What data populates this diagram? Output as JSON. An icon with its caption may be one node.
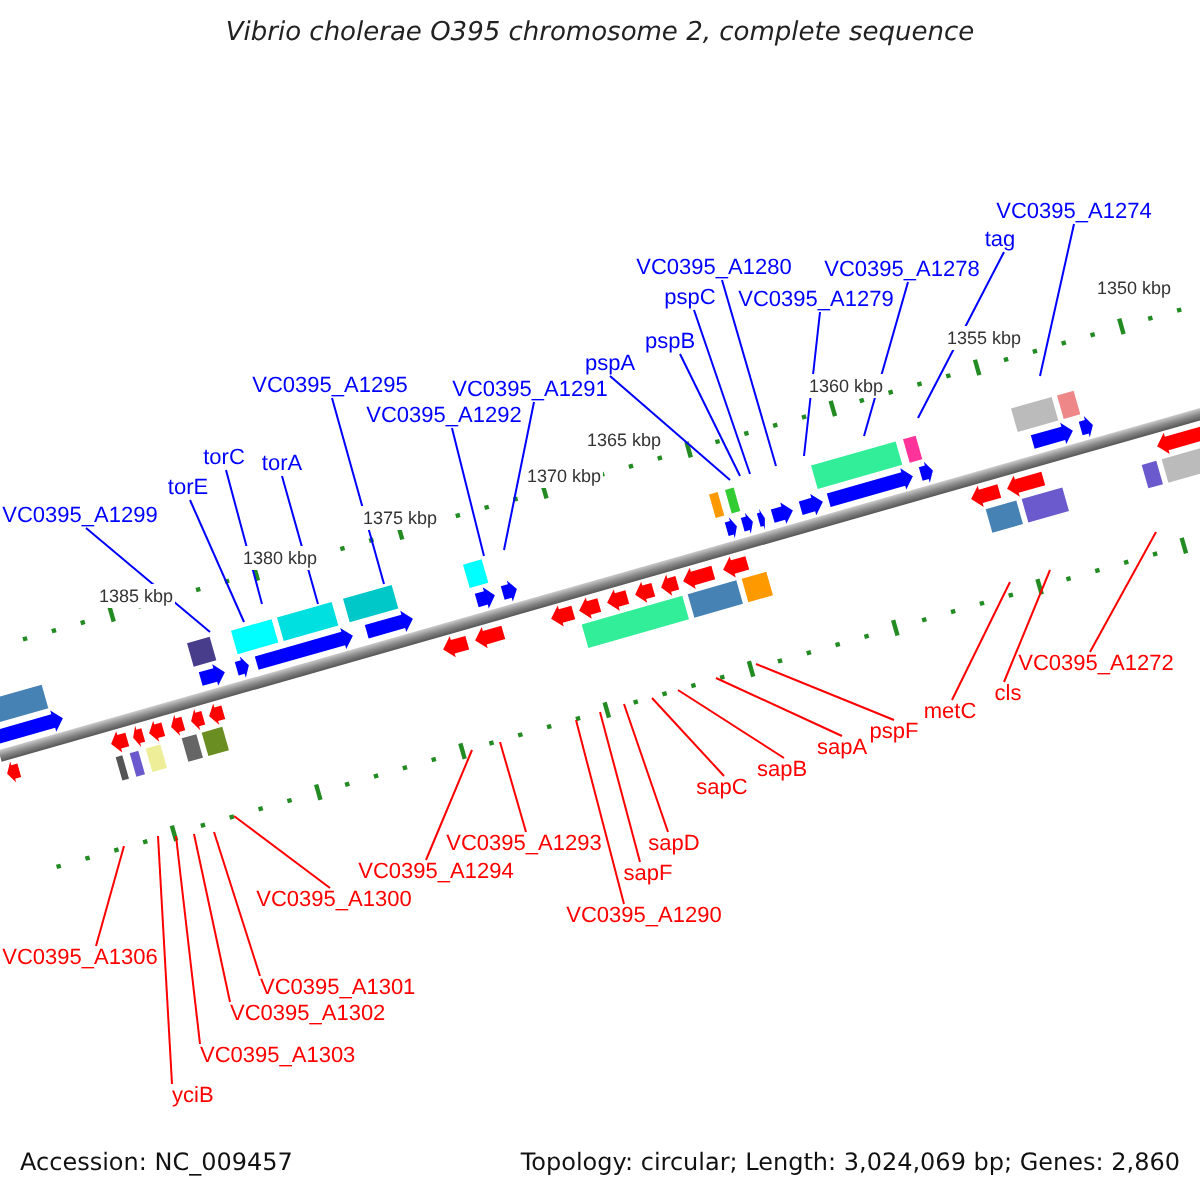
{
  "diagram": {
    "title": "Vibrio cholerae O395 chromosome 2, complete sequence",
    "nodes": [
      {
        "text": [
          "VC0395_A1274"
        ]
      },
      {
        "text": [
          "tag"
        ]
      },
      {
        "text": [
          "VC0395_A1280"
        ]
      },
      {
        "text": [
          "VC0395_A1278"
        ]
      },
      {
        "text": [
          "pspC"
        ]
      },
      {
        "text": [
          "VC0395_A1279"
        ]
      },
      {
        "text": [
          "pspB"
        ]
      },
      {
        "text": [
          "pspA"
        ]
      },
      {
        "text": [
          "VC0395_A1295"
        ]
      },
      {
        "text": [
          "VC0395_A1291"
        ]
      },
      {
        "text": [
          "VC0395_A1292"
        ]
      },
      {
        "text": [
          "torC"
        ]
      },
      {
        "text": [
          "torA"
        ]
      },
      {
        "text": [
          "torE"
        ]
      },
      {
        "text": [
          "VC0395_A1299"
        ]
      },
      {
        "text": [
          "VC0395_A1272"
        ]
      },
      {
        "text": [
          "cls"
        ]
      },
      {
        "text": [
          "metC"
        ]
      },
      {
        "text": [
          "pspF"
        ]
      },
      {
        "text": [
          "sapA"
        ]
      },
      {
        "text": [
          "sapB"
        ]
      },
      {
        "text": [
          "sapC"
        ]
      },
      {
        "text": [
          "sapD"
        ]
      },
      {
        "text": [
          "VC0395_A1293"
        ]
      },
      {
        "text": [
          "VC0395_A1294"
        ]
      },
      {
        "text": [
          "sapF"
        ]
      },
      {
        "text": [
          "VC0395_A1300"
        ]
      },
      {
        "text": [
          "VC0395_A1290"
        ]
      },
      {
        "text": [
          "VC0395_A1306"
        ]
      },
      {
        "text": [
          "VC0395_A1301"
        ]
      },
      {
        "text": [
          "VC0395_A1302"
        ]
      },
      {
        "text": [
          "VC0395_A1303"
        ]
      },
      {
        "text": [
          "yciB"
        ]
      }
    ],
    "edges": [
      {
        "from": 0,
        "to": null,
        "arrow": "none",
        "color": "#0000ff"
      },
      {
        "from": 1,
        "to": null,
        "arrow": "none",
        "color": "#0000ff"
      },
      {
        "from": 2,
        "to": null,
        "arrow": "none",
        "color": "#0000ff"
      },
      {
        "from": 3,
        "to": null,
        "arrow": "none",
        "color": "#0000ff"
      },
      {
        "from": 4,
        "to": null,
        "arrow": "none",
        "color": "#0000ff"
      },
      {
        "from": 5,
        "to": null,
        "arrow": "none",
        "color": "#0000ff"
      },
      {
        "from": 6,
        "to": null,
        "arrow": "none",
        "color": "#0000ff"
      },
      {
        "from": 7,
        "to": null,
        "arrow": "none",
        "color": "#0000ff"
      },
      {
        "from": 8,
        "to": null,
        "arrow": "none",
        "color": "#0000ff"
      },
      {
        "from": 9,
        "to": null,
        "arrow": "none",
        "color": "#0000ff"
      },
      {
        "from": 10,
        "to": null,
        "arrow": "none",
        "color": "#0000ff"
      },
      {
        "from": 11,
        "to": null,
        "arrow": "none",
        "color": "#0000ff"
      },
      {
        "from": 12,
        "to": null,
        "arrow": "none",
        "color": "#0000ff"
      },
      {
        "from": 13,
        "to": null,
        "arrow": "none",
        "color": "#0000ff"
      },
      {
        "from": 14,
        "to": null,
        "arrow": "none",
        "color": "#0000ff"
      },
      {
        "from": 15,
        "to": null,
        "arrow": "none"
      },
      {
        "from": 16,
        "to": null,
        "arrow": "none"
      },
      {
        "from": 17,
        "to": null,
        "arrow": "none"
      },
      {
        "from": 18,
        "to": null,
        "arrow": "none"
      },
      {
        "from": 19,
        "to": null,
        "arrow": "none"
      },
      {
        "from": 20,
        "to": null,
        "arrow": "none"
      },
      {
        "from": 21,
        "to": null,
        "arrow": "none"
      },
      {
        "from": 22,
        "to": null,
        "arrow": "none"
      },
      {
        "from": 23,
        "to": null,
        "arrow": "none"
      },
      {
        "from": 24,
        "to": null,
        "arrow": "none"
      },
      {
        "from": 25,
        "to": null,
        "arrow": "none"
      },
      {
        "from": 26,
        "to": null,
        "arrow": "none"
      },
      {
        "from": 27,
        "to": null,
        "arrow": "none"
      },
      {
        "from": 28,
        "to": null,
        "arrow": "none"
      },
      {
        "from": 29,
        "to": null,
        "arrow": "none"
      },
      {
        "from": 30,
        "to": null,
        "arrow": "none"
      },
      {
        "from": 31,
        "to": null,
        "arrow": "none"
      },
      {
        "from": 32,
        "to": null,
        "arrow": "none"
      }
    ],
    "labels": [
      "1350 kbp",
      "1355 kbp",
      "1360 kbp",
      "1365 kbp",
      "1370 kbp",
      "1375 kbp",
      "1380 kbp",
      "1385 kbp",
      "Accession: NC_009457",
      "Topology: circular; Length: 3,024,069 bp; Genes: 2,860"
    ]
  }
}
